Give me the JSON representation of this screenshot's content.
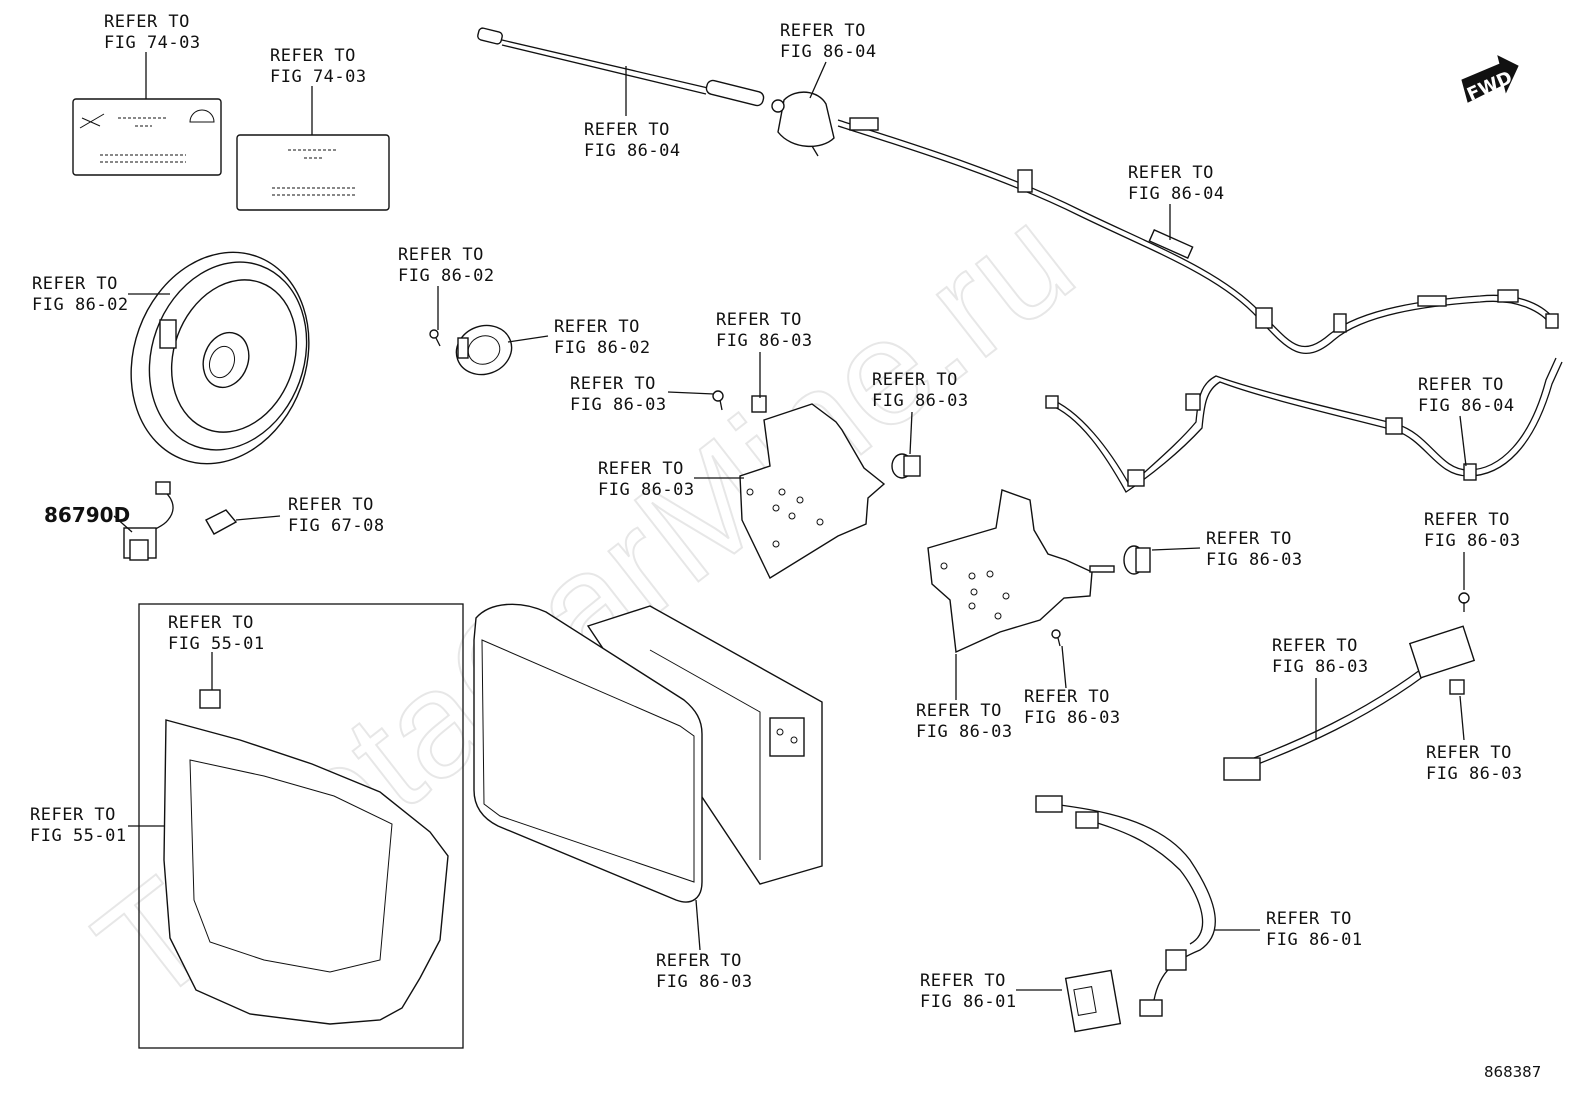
{
  "watermark": "ToyotaCarMine.ru",
  "direction_badge": "FWD",
  "part_number_label": "86790D",
  "diagram_number": "868387",
  "callouts": {
    "c1": [
      "REFER TO",
      "FIG 74-03"
    ],
    "c2": [
      "REFER TO",
      "FIG 74-03"
    ],
    "c3": [
      "REFER TO",
      "FIG 86-04"
    ],
    "c4": [
      "REFER TO",
      "FIG 86-04"
    ],
    "c5": [
      "REFER TO",
      "FIG 86-04"
    ],
    "c6": [
      "REFER TO",
      "FIG 86-02"
    ],
    "c7": [
      "REFER TO",
      "FIG 86-02"
    ],
    "c8": [
      "REFER TO",
      "FIG 86-02"
    ],
    "c9": [
      "REFER TO",
      "FIG 86-03"
    ],
    "c10": [
      "REFER TO",
      "FIG 86-03"
    ],
    "c11": [
      "REFER TO",
      "FIG 86-03"
    ],
    "c12": [
      "REFER TO",
      "FIG 86-03"
    ],
    "c13": [
      "REFER TO",
      "FIG 86-04"
    ],
    "c14": [
      "REFER TO",
      "FIG 67-08"
    ],
    "c15": [
      "REFER TO",
      "FIG 86-03"
    ],
    "c16": [
      "REFER TO",
      "FIG 86-03"
    ],
    "c17": [
      "REFER TO",
      "FIG 55-01"
    ],
    "c18": [
      "REFER TO",
      "FIG 86-03"
    ],
    "c19": [
      "REFER TO",
      "FIG 86-03"
    ],
    "c20": [
      "REFER TO",
      "FIG 86-03"
    ],
    "c21": [
      "REFER TO",
      "FIG 86-03"
    ],
    "c22": [
      "REFER TO",
      "FIG 55-01"
    ],
    "c23": [
      "REFER TO",
      "FIG 86-01"
    ],
    "c24": [
      "REFER TO",
      "FIG 86-03"
    ],
    "c25": [
      "REFER TO",
      "FIG 86-01"
    ]
  }
}
